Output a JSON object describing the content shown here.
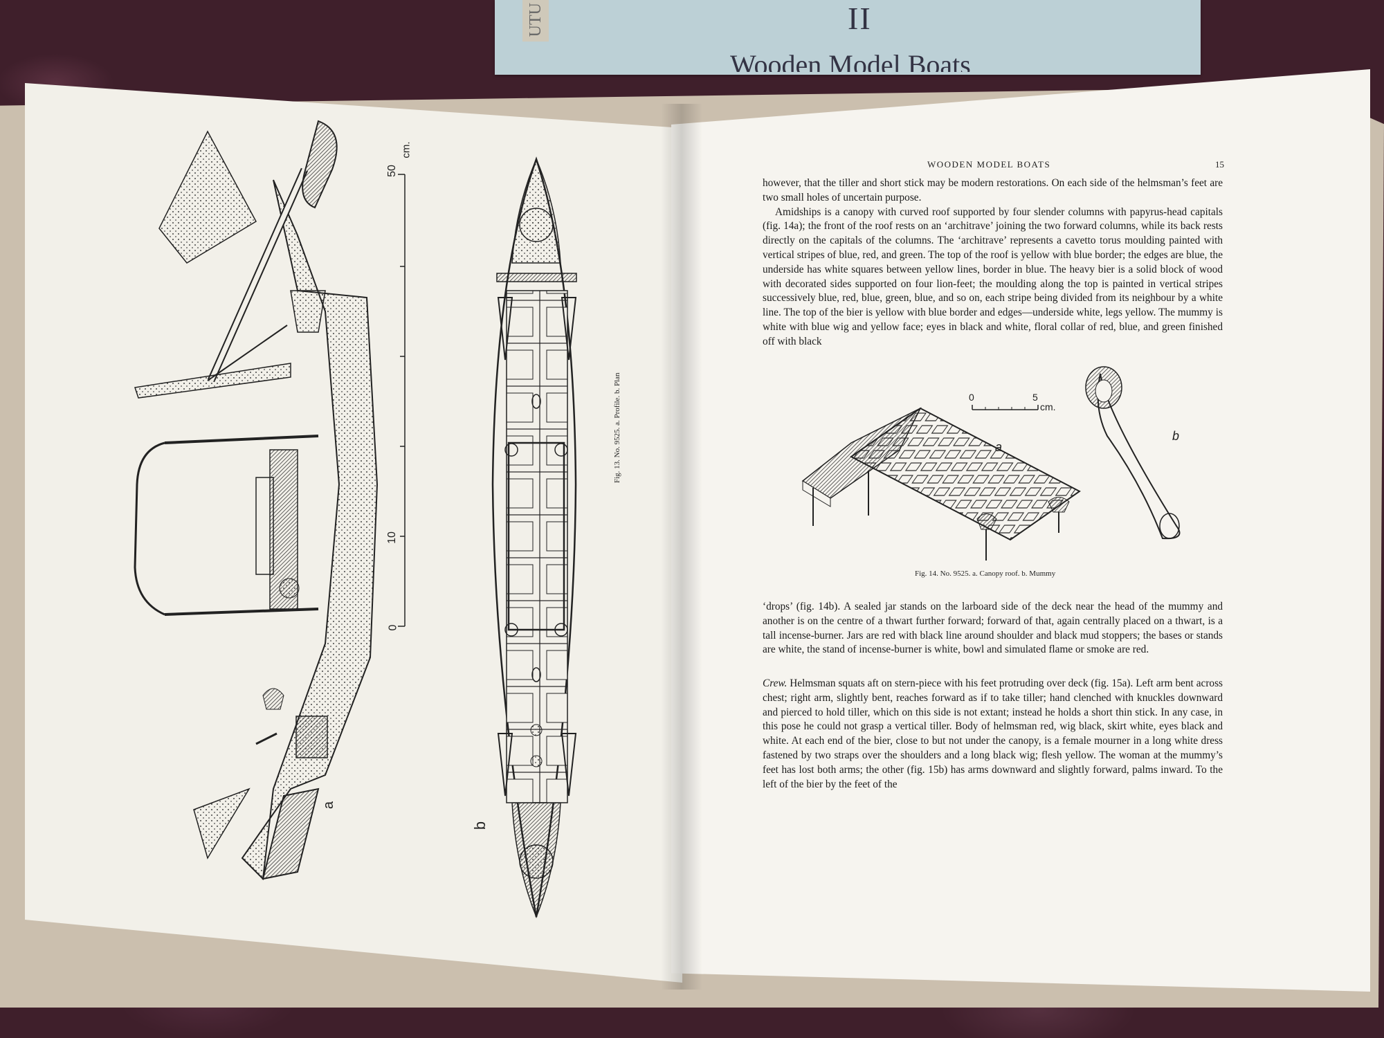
{
  "background_book": {
    "chapter": "II",
    "title": "Wooden Model Boats",
    "spine": "UTU"
  },
  "right_page": {
    "running_header": "WOODEN MODEL BOATS",
    "page_number": "15",
    "para_top_1": "however, that the tiller and short stick may be modern restorations. On each side of the helmsman’s feet are two small holes of uncertain purpose.",
    "para_top_2": "Amidships is a canopy with curved roof supported by four slender columns with papyrus-head capitals (fig. 14a); the front of the roof rests on an ‘architrave’ joining the two forward columns, while its back rests directly on the capitals of the columns. The ‘architrave’ represents a cavetto torus moulding painted with vertical stripes of blue, red, and green. The top of the roof is yellow with blue border; the edges are blue, the underside has white squares between yellow lines, border in blue. The heavy bier is a solid block of wood with decorated sides supported on four lion-feet; the moulding along the top is painted in vertical stripes successively blue, red, blue, green, blue, and so on, each stripe being divided from its neighbour by a white line. The top of the bier is yellow with blue border and edges—underside white, legs yellow. The mummy is white with blue wig and yellow face; eyes in black and white, floral collar of red, blue, and green finished off with black",
    "para_drops": "‘drops’ (fig. 14b). A sealed jar stands on the larboard side of the deck near the head of the mummy and another is on the centre of a thwart further forward; forward of that, again centrally placed on a thwart, is a tall incense-burner. Jars are red with black line around shoulder and black mud stoppers; the bases or stands are white, the stand of incense-burner is white, bowl and simulated flame or smoke are red.",
    "crew_label": "Crew.",
    "para_crew": " Helmsman squats aft on stern-piece with his feet protruding over deck (fig. 15a). Left arm bent across chest; right arm, slightly bent, reaches forward as if to take tiller; hand clenched with knuckles downward and pierced to hold tiller, which on this side is not extant; instead he holds a short thin stick. In any case, in this pose he could not grasp a vertical tiller. Body of helmsman red, wig black, skirt white, eyes black and white. At each end of the bier, close to but not under the canopy, is a female mourner in a long white dress fastened by two straps over the shoulders and a long black wig; flesh yellow. The woman at the mummy’s feet has lost both arms; the other (fig. 15b) has arms downward and slightly forward, palms inward. To the left of the bier by the feet of the",
    "fig14": {
      "caption": "Fig. 14. No. 9525. a. Canopy roof. b. Mummy",
      "label_a": "a",
      "label_b": "b",
      "scale_0": "0",
      "scale_5": "5",
      "scale_unit": "cm."
    }
  },
  "left_page": {
    "fig13": {
      "caption": "Fig. 13. No. 9525. a. Profile. b. Plan",
      "label_a": "a",
      "label_b": "b",
      "scale_0": "0",
      "scale_10": "10",
      "scale_50": "50",
      "scale_unit": "cm."
    }
  }
}
